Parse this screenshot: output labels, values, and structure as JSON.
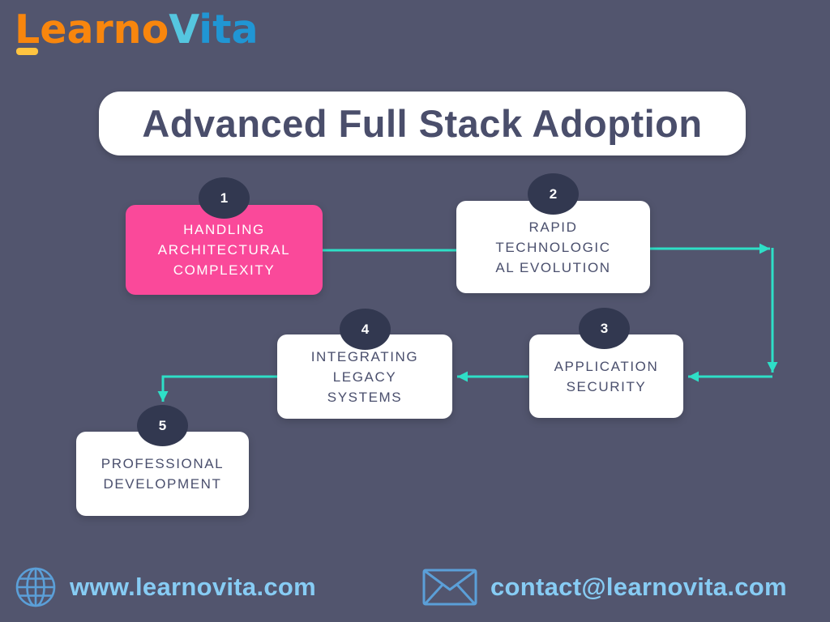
{
  "logo": {
    "part1": "Learno",
    "part2": "V",
    "part3": "ita",
    "colors": {
      "orange": "#F8860D",
      "yellow": "#FFC440",
      "cyan": "#55C6DF",
      "blue": "#2096D4"
    }
  },
  "title": "Advanced Full Stack Adoption",
  "steps": [
    {
      "number": "1",
      "text": "HANDLING\nARCHITECTURAL\nCOMPLEXITY",
      "variant": "pink"
    },
    {
      "number": "2",
      "text": "RAPID\nTECHNOLOGIC\nAL EVOLUTION",
      "variant": "white"
    },
    {
      "number": "3",
      "text": "APPLICATION\nSECURITY",
      "variant": "white"
    },
    {
      "number": "4",
      "text": "INTEGRATING\nLEGACY\nSYSTEMS",
      "variant": "white"
    },
    {
      "number": "5",
      "text": "PROFESSIONAL\nDEVELOPMENT",
      "variant": "white"
    }
  ],
  "flow_order": [
    "1 -> 2",
    "2 -> 3",
    "3 -> 4",
    "4 -> 5"
  ],
  "footer": {
    "website": "www.learnovita.com",
    "email": "contact@learnovita.com"
  },
  "colors": {
    "background": "#52556E",
    "connector_teal": "#2EDFC7",
    "step_pink": "#FA499A",
    "badge_navy": "#323850",
    "box_text": "#4A4F6D",
    "title_text": "#4A4E6B",
    "footer_text": "#87CCF4",
    "footer_icon_stroke": "#5B9FD8"
  }
}
